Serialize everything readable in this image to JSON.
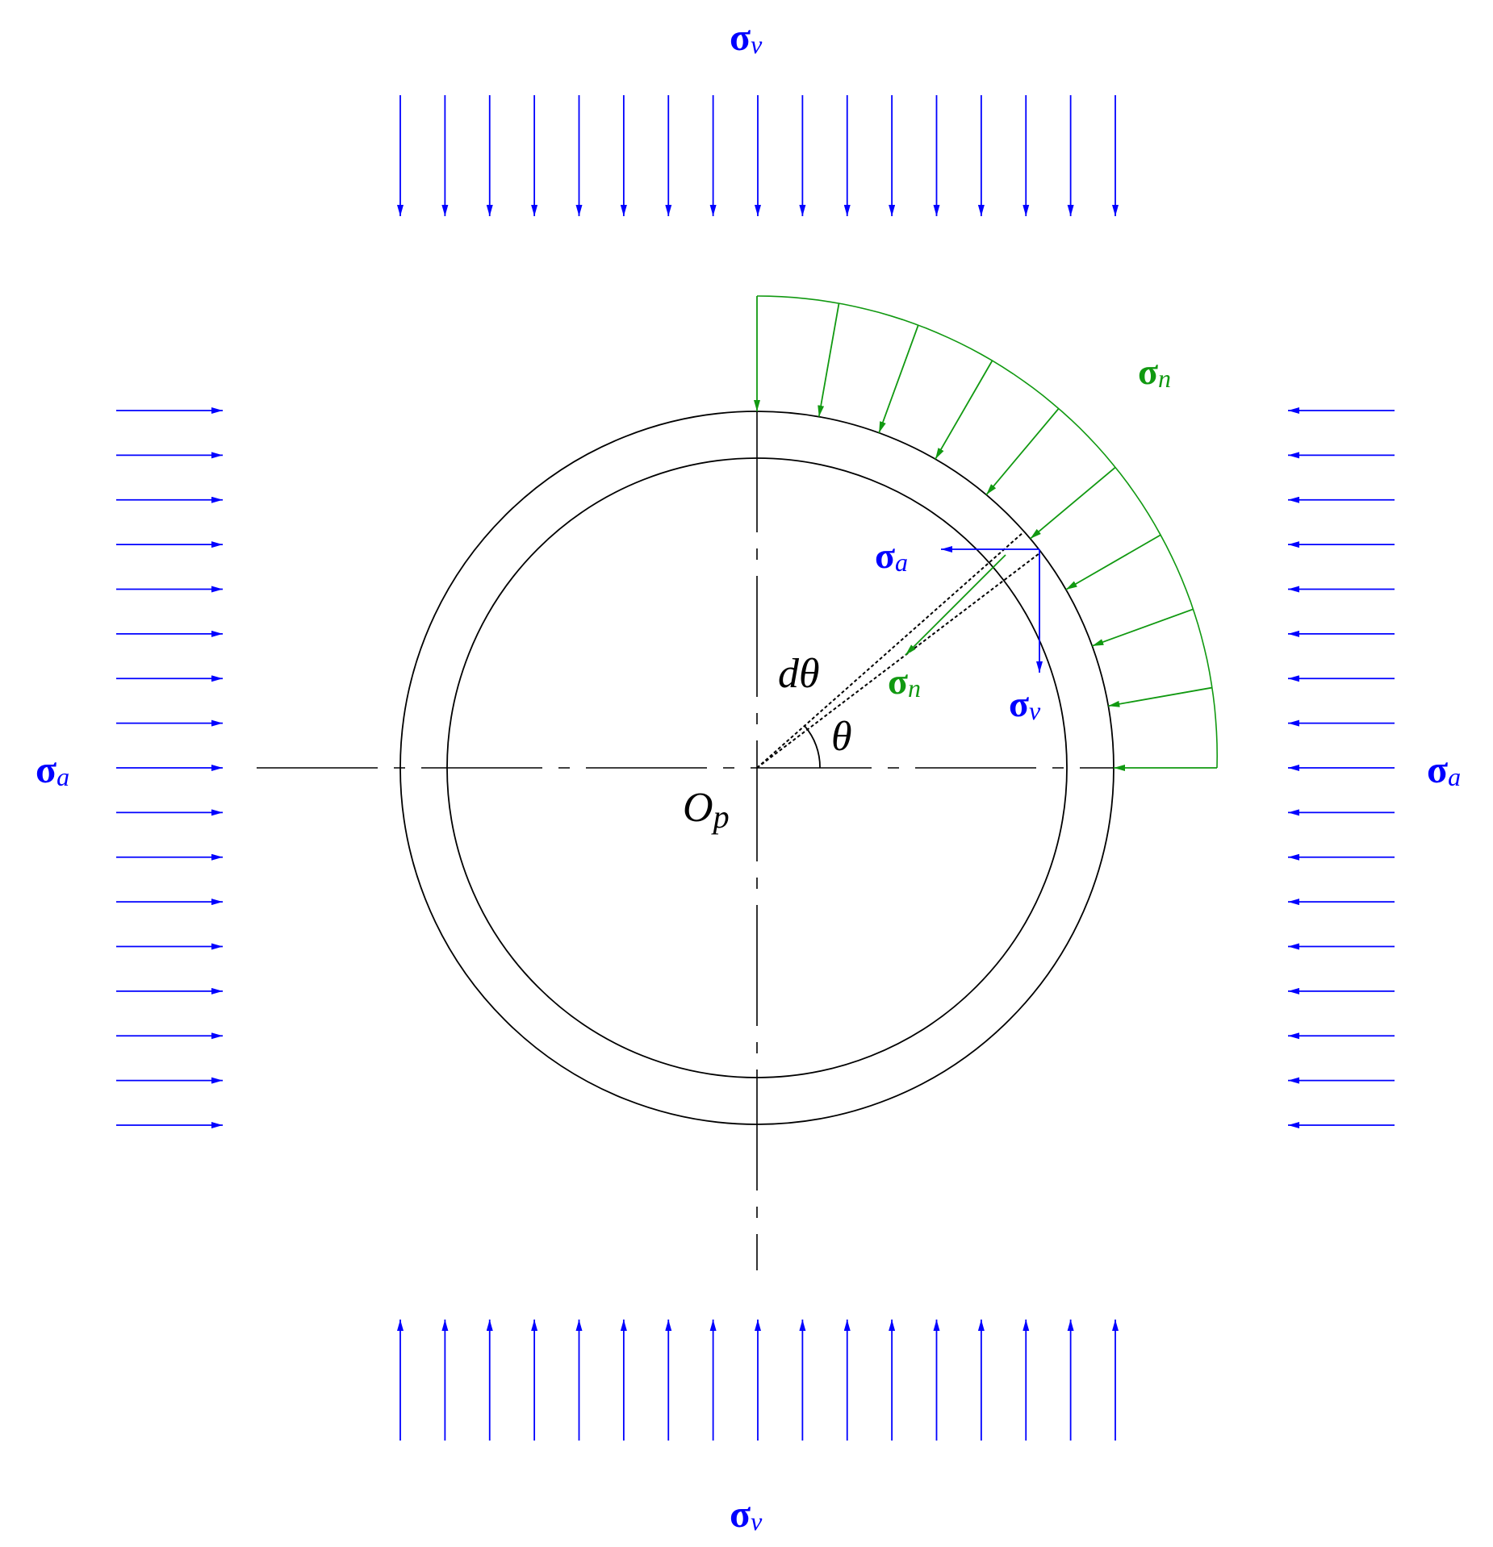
{
  "colors": {
    "load": "#0000ff",
    "normal": "#119911",
    "line": "#000000"
  },
  "labels": {
    "sigma_v_top": {
      "sym": "σ",
      "sub": "v"
    },
    "sigma_v_bottom": {
      "sym": "σ",
      "sub": "v"
    },
    "sigma_a_left": {
      "sym": "σ",
      "sub": "a"
    },
    "sigma_a_right": {
      "sym": "σ",
      "sub": "a"
    },
    "sigma_n_outer": {
      "sym": "σ",
      "sub": "n"
    },
    "sigma_n_inner": {
      "sym": "σ",
      "sub": "n"
    },
    "sigma_a_component": {
      "sym": "σ",
      "sub": "a"
    },
    "sigma_v_component": {
      "sym": "σ",
      "sub": "v"
    },
    "d_theta": "dθ",
    "theta": "θ",
    "origin": {
      "sym": "O",
      "sub": "p"
    }
  }
}
